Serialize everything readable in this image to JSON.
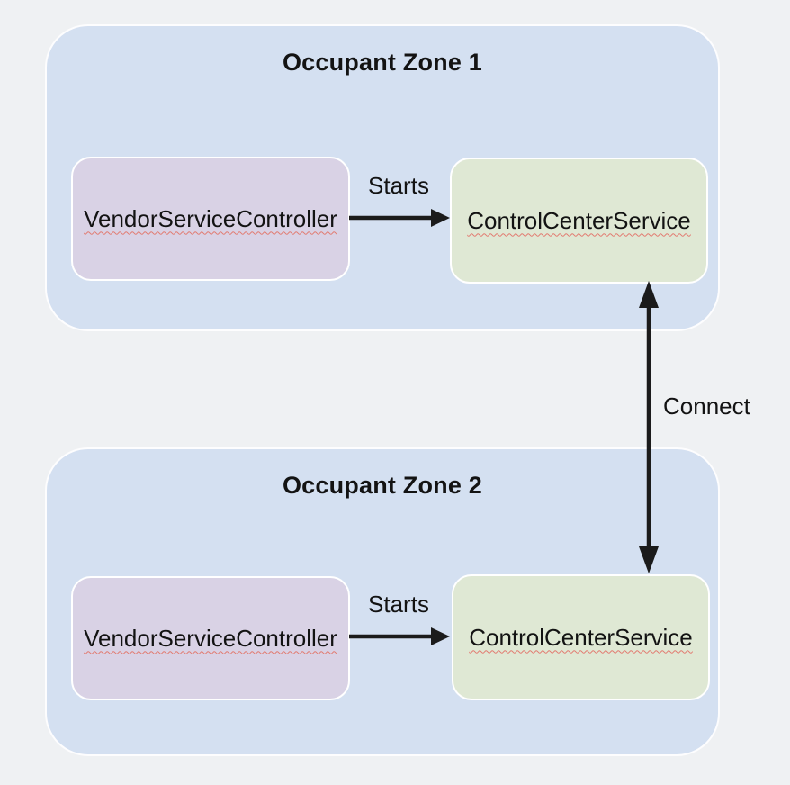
{
  "colors": {
    "background": "#eff1f3",
    "zone_fill": "#d4e0f1",
    "zone_border": "#fdfdfe",
    "vendor_fill": "#d9d2e5",
    "control_fill": "#dfe8d4",
    "box_border": "#ffffff",
    "text": "#131313",
    "arrow": "#1b1b1b",
    "spellcheck_underline": "#e2796f"
  },
  "diagram": {
    "zones": [
      {
        "title": "Occupant Zone 1",
        "vendor_label": "VendorServiceController",
        "control_label": "ControlCenterService",
        "starts_label": "Starts"
      },
      {
        "title": "Occupant Zone 2",
        "vendor_label": "VendorServiceController",
        "control_label": "ControlCenterService",
        "starts_label": "Starts"
      }
    ],
    "connect_label": "Connect"
  }
}
